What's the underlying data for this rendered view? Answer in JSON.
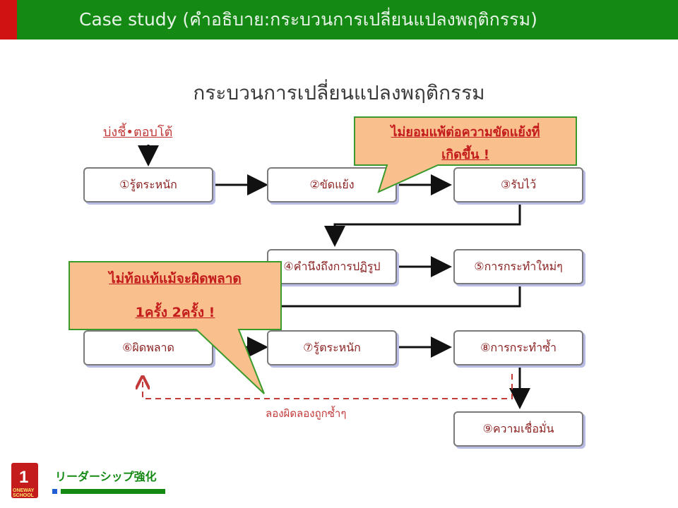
{
  "header": {
    "title": "Case study (คำอธิบาย:กระบวนการเปลี่ยนแปลงพฤติกรรม)"
  },
  "diagram": {
    "title": "กระบวนการเปลี่ยนแปลงพฤติกรรม",
    "trigger_label": "บ่งชี้•ตอบโต้",
    "dashed_label": "ลองผิดลองถูกซ้ำๆ",
    "nodes": {
      "n1": "①รู้ตระหนัก",
      "n2": "②ขัดแย้ง",
      "n3": "③รับไว้",
      "n4": "④คำนึงถึงการปฏิรูป",
      "n5": "⑤การกระทำใหม่ๆ",
      "n6": "⑥ผิดพลาด",
      "n7": "⑦รู้ตระหนัก",
      "n8": "⑧การกระทำซ้ำ",
      "n9": "⑨ความเชื่อมั่น"
    },
    "callouts": {
      "top": {
        "line1": "ไม่ยอมแพ้ต่อความขัดแย้งที่",
        "line2": "เกิดขึ้น !"
      },
      "left": {
        "line1": "ไม่ท้อแท้แม้จะผิดพลาด",
        "line2": "1ครั้ง 2ครั้ง !"
      }
    }
  },
  "footer": {
    "text": "リーダーシップ強化",
    "logo_text_1": "1",
    "logo_text_2": "ONEWAY",
    "logo_text_3": "SCHOOL"
  },
  "colors": {
    "header_green": "#148a14",
    "header_red": "#d11212",
    "callout_fill": "#f9c08e",
    "callout_border": "#3a9a2a",
    "node_text": "#8a1f1f",
    "accent_red": "#c23a3a"
  }
}
